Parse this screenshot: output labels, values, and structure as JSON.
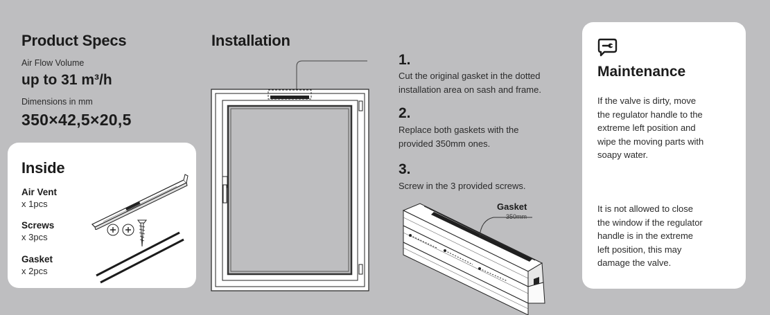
{
  "specs": {
    "title": "Product Specs",
    "airflow_label": "Air Flow Volume",
    "airflow_value": "up to 31 m³/h",
    "dimensions_label": "Dimensions in mm",
    "dimensions_value": "350×42,5×20,5"
  },
  "inside": {
    "title": "Inside",
    "items": [
      {
        "name": "Air Vent",
        "qty": "x 1pcs"
      },
      {
        "name": "Screws",
        "qty": "x 3pcs"
      },
      {
        "name": "Gasket",
        "qty": "x 2pcs"
      }
    ]
  },
  "installation": {
    "title": "Installation",
    "steps": [
      {
        "num": "1.",
        "line1": "Cut the original gasket in the dotted",
        "line2": "installation area on sash and frame."
      },
      {
        "num": "2.",
        "line1": "Replace both gaskets with the",
        "line2": "provided 350mm ones."
      },
      {
        "num": "3.",
        "line1": "Screw in the 3 provided screws.",
        "line2": ""
      }
    ],
    "diagram_label": "Gasket",
    "diagram_sublabel": "350mm"
  },
  "maintenance": {
    "icon": "wrench-chat-icon",
    "title": "Maintenance",
    "para1": [
      "If the valve is dirty, move",
      "the regulator handle to the",
      "extreme left position and",
      "wipe the moving parts with",
      "soapy water."
    ],
    "para2": [
      "It is not allowed to close",
      "the window if the regulator",
      "handle is in the extreme",
      "left position, this may",
      "damage the valve."
    ]
  }
}
